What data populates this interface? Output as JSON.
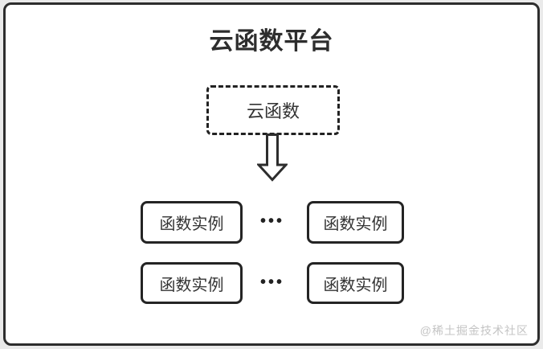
{
  "page": {
    "title": "云函数平台",
    "watermark": "@稀土掘金技术社区",
    "colors": {
      "frame_border": "#2d2d2d",
      "page_background": "#eaeaea",
      "card_background": "#ffffff",
      "node_border": "#242424",
      "text": "#333333",
      "watermark_text": "#c4c4c4"
    }
  },
  "diagram": {
    "root": {
      "label": "云函数"
    },
    "arrow_icon": "down-arrow-icon",
    "rows": [
      {
        "left": "函数实例",
        "dots": "•••",
        "right": "函数实例"
      },
      {
        "left": "函数实例",
        "dots": "•••",
        "right": "函数实例"
      }
    ]
  }
}
